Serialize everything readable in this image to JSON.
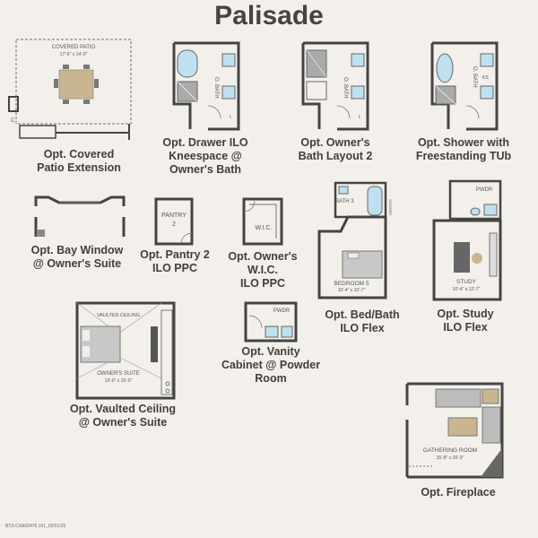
{
  "title": "Palisade",
  "footer": "BTZ-CXA02476.101_02/01/25",
  "options": [
    {
      "id": "covered-patio",
      "lines": [
        "Opt. Covered",
        "Patio Extension"
      ]
    },
    {
      "id": "drawer-ilo",
      "lines": [
        "Opt. Drawer ILO",
        "Kneespace @",
        "Owner's Bath"
      ]
    },
    {
      "id": "owners-bath-2",
      "lines": [
        "Opt. Owner's",
        "Bath Layout 2"
      ]
    },
    {
      "id": "shower-freestanding",
      "lines": [
        "Opt. Shower with",
        "Freestanding TUb"
      ]
    },
    {
      "id": "bay-window",
      "lines": [
        "Opt. Bay Window",
        "@ Owner's Suite"
      ]
    },
    {
      "id": "pantry-2",
      "lines": [
        "Opt. Pantry 2",
        "ILO PPC"
      ]
    },
    {
      "id": "owners-wic",
      "lines": [
        "Opt. Owner's",
        "W.I.C.",
        "ILO PPC"
      ]
    },
    {
      "id": "bed-bath",
      "lines": [
        "Opt. Bed/Bath",
        "ILO Flex"
      ]
    },
    {
      "id": "study",
      "lines": [
        "Opt. Study",
        "ILO Flex"
      ]
    },
    {
      "id": "vanity-cabinet",
      "lines": [
        "Opt. Vanity",
        "Cabinet @ Powder",
        "Room"
      ]
    },
    {
      "id": "vaulted-ceiling",
      "lines": [
        "Opt. Vaulted Ceiling",
        "@ Owner's Suite"
      ]
    },
    {
      "id": "fireplace",
      "lines": [
        "Opt. Fireplace"
      ]
    }
  ],
  "plan_labels": {
    "covered_patio": "COVERED PATIO",
    "covered_patio_dims": "17'-5\" x 14'-0\"",
    "o_bath": "O. BATH",
    "pantry": "PANTRY",
    "pantry_num": "2",
    "wic": "W.I.C.",
    "bath3": "BATH 3",
    "shower": "SHOWER",
    "bedroom5": "BEDROOM 5",
    "bedroom5_dims": "10'-4\" x 10'-7\"",
    "pwdr": "PWDR",
    "study": "STUDY",
    "study_dims": "10'-4\" x 12'-7\"",
    "vaulted": "VAULTED CEILING",
    "owners_suite": "OWNER'S SUITE",
    "owners_suite_dims": "13'-0\" x 15'-0\"",
    "gathering": "GATHERING ROOM",
    "gathering_dims": "15'-8\" x 15'-3\"",
    "ks": "KS",
    "l": "L",
    "c": "C"
  }
}
